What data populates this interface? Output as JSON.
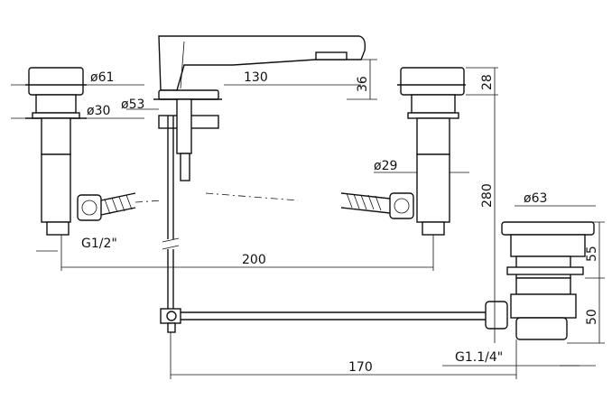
{
  "dimensions": {
    "spout_diameter": "ø61",
    "handle_diameter": "ø30",
    "base_diameter": "ø53",
    "spout_reach": "130",
    "spout_height": "36",
    "right_handle_height": "28",
    "right_body_diameter": "ø29",
    "total_height": "280",
    "inlet_thread": "G1/2\"",
    "center_distance": "200",
    "drain_diameter": "ø63",
    "drain_height_top": "55",
    "drain_height_bottom": "50",
    "drain_thread": "G1.1/4\"",
    "drain_reach": "170"
  }
}
